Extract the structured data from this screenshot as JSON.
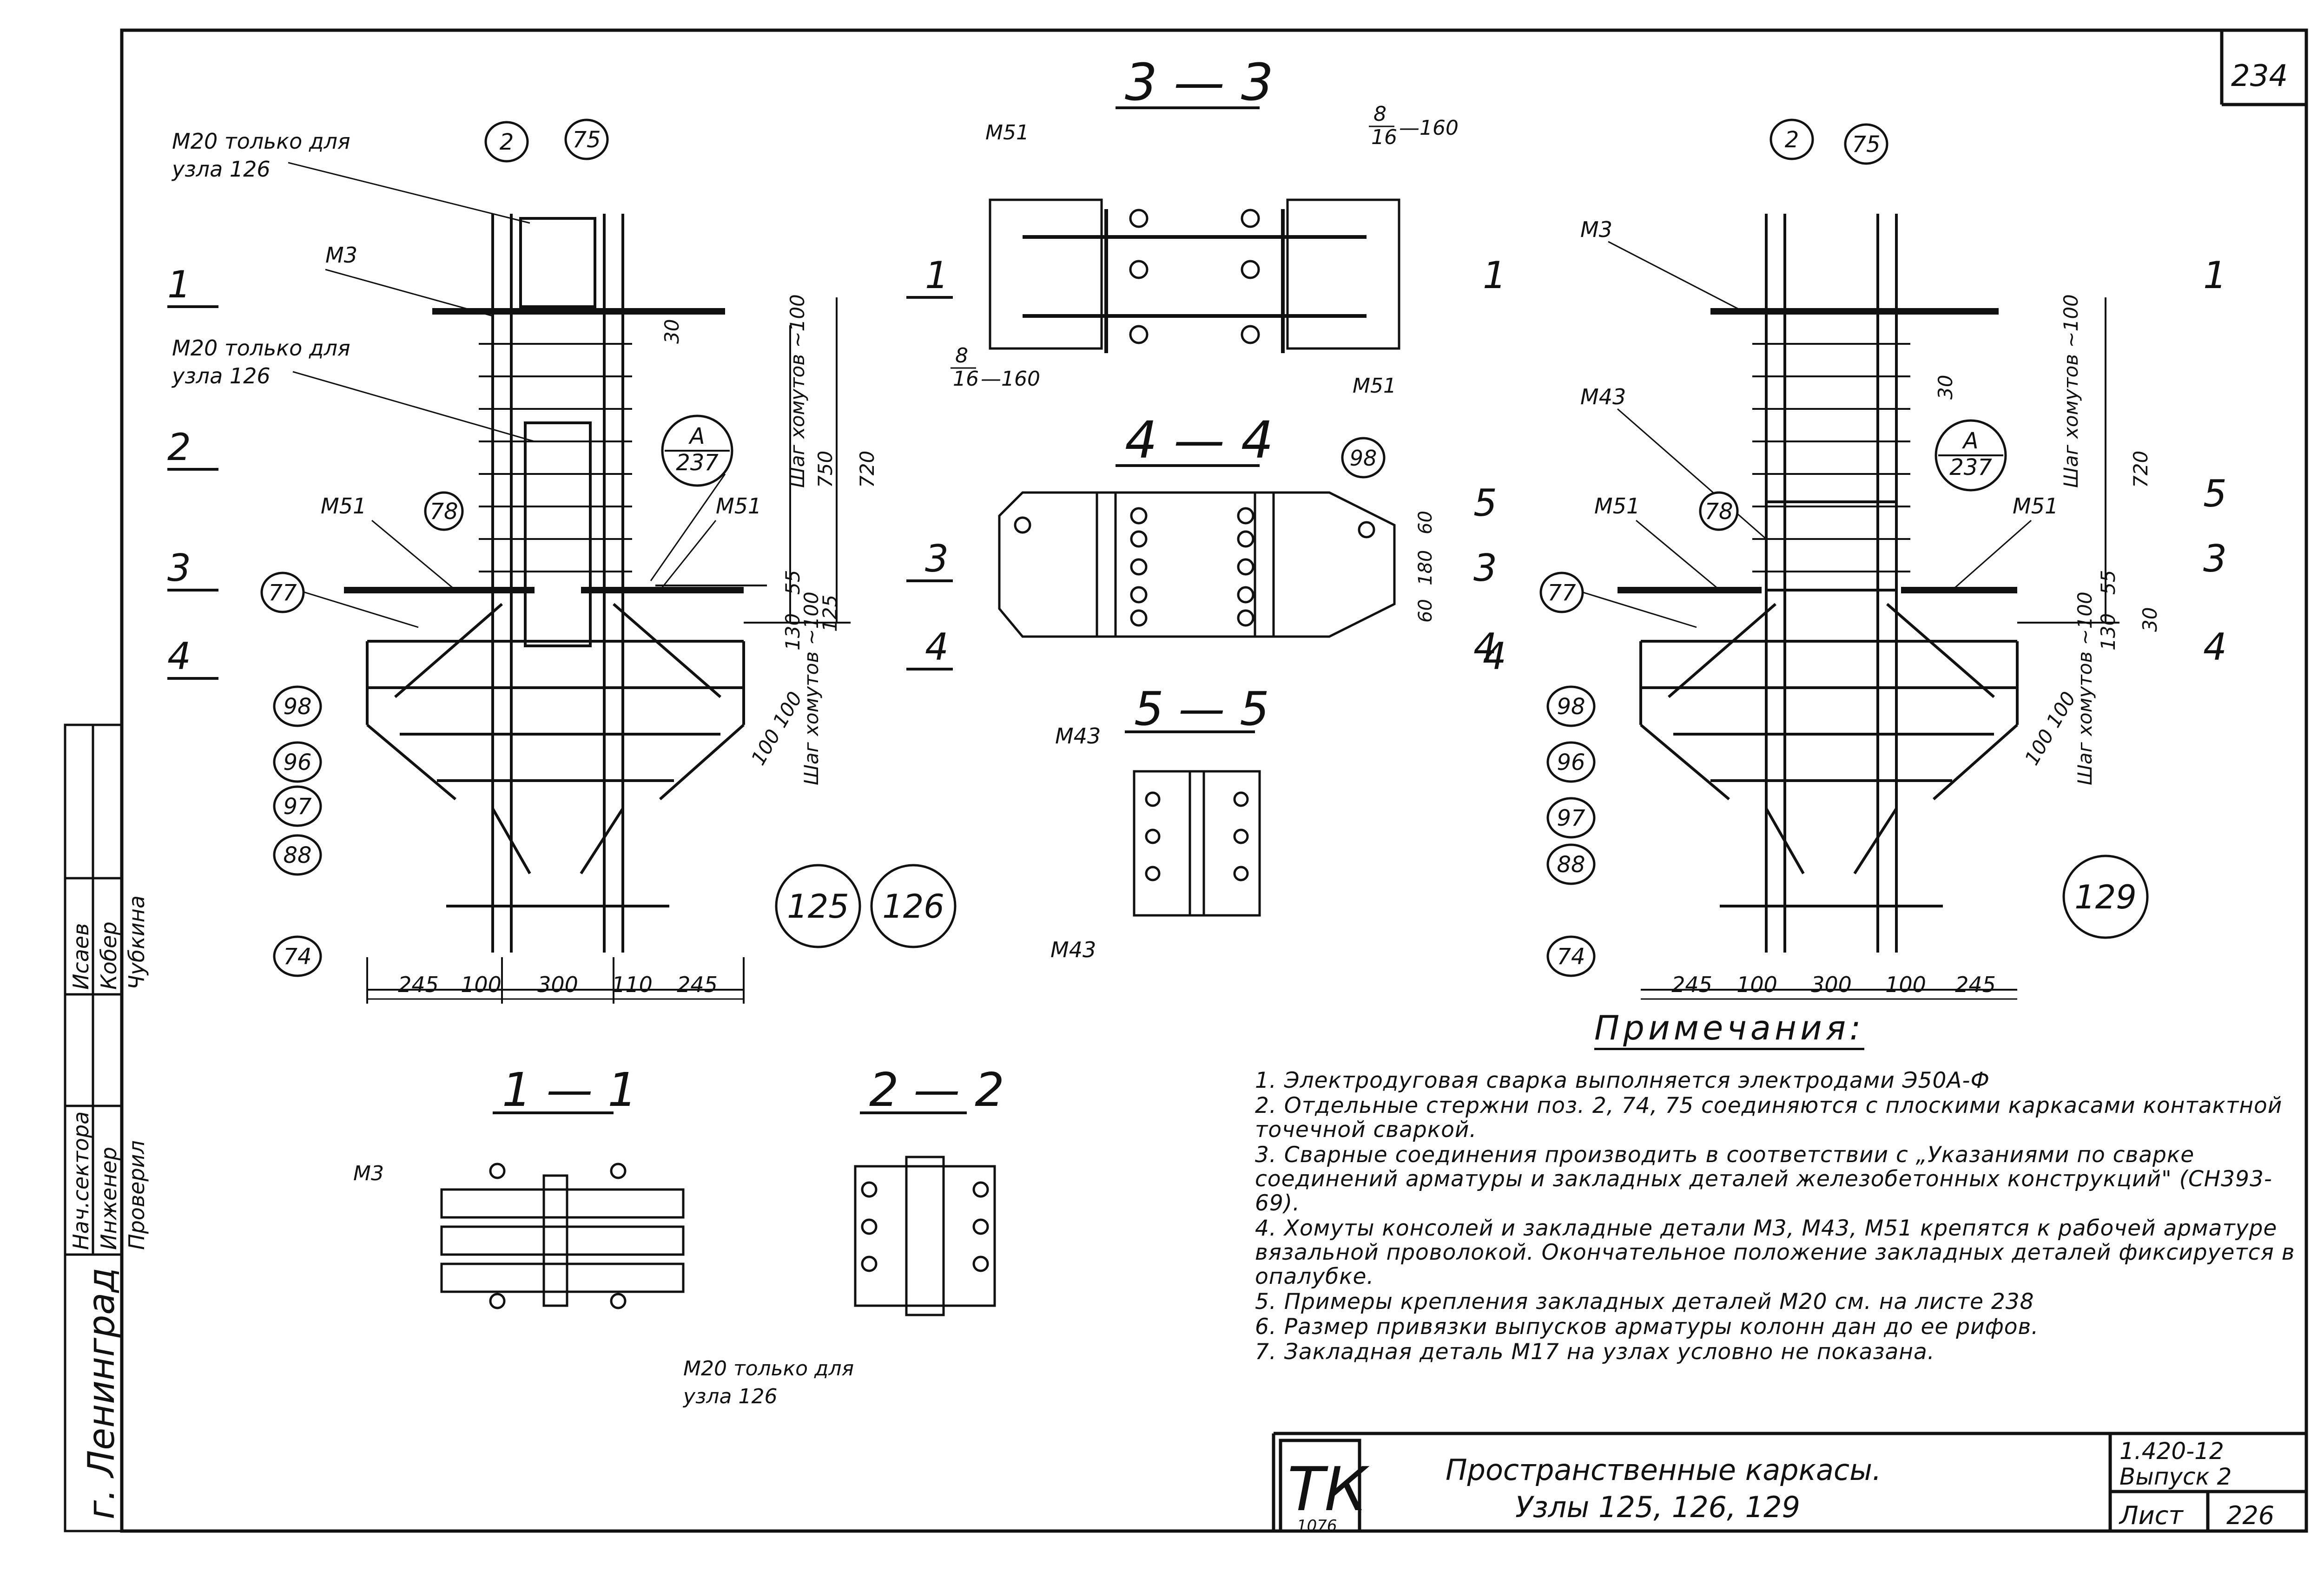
{
  "sheet_number": "234",
  "stamp": {
    "org": "ТК",
    "org_sub": "1076",
    "title_line1": "Пространственные каркасы.",
    "title_line2": "Узлы 125, 126, 129",
    "series": "1.420-12",
    "issue": "Выпуск 2",
    "sheet_label": "Лист",
    "sheet_no": "226"
  },
  "side_block": {
    "city": "г. Ленинград",
    "roles": [
      "Нач.сектора",
      "Инженер",
      "Проверил"
    ],
    "names": [
      "Исаев",
      "Кобер",
      "Чубкина"
    ]
  },
  "sections": {
    "s33": "3 — 3",
    "s44": "4 — 4",
    "s55": "5 — 5",
    "s11": "1 — 1",
    "s22": "2 — 2"
  },
  "labels": {
    "m20_only": "М20 только для",
    "node126": "узла 126",
    "m3": "М3",
    "m51": "М51",
    "m43": "М43",
    "ref_a": "А",
    "ref_237": "237",
    "step_clamp": "Шаг хомутов ~100",
    "frac_8": "8",
    "frac_16": "16",
    "dash160": "—160"
  },
  "markers": [
    "1",
    "2",
    "3",
    "4",
    "5"
  ],
  "positions": [
    "2",
    "75",
    "77",
    "78",
    "98",
    "96",
    "97",
    "88",
    "74"
  ],
  "nodes": [
    "125",
    "126",
    "129"
  ],
  "dims": {
    "bottom": [
      "245",
      "100",
      "300",
      "110",
      "245"
    ],
    "bottom_r": [
      "245",
      "100",
      "300",
      "100",
      "245"
    ],
    "right_l": [
      "30",
      "750",
      "720",
      "55",
      "130",
      "125"
    ],
    "right_r": [
      "30",
      "720",
      "55",
      "130",
      "30"
    ],
    "s44": [
      "60",
      "180",
      "60"
    ],
    "diag": "100 100",
    "approx": "~100"
  },
  "notes": {
    "title": "Примечания:",
    "items": [
      "1. Электродуговая сварка выполняется электродами Э50А-Ф",
      "2. Отдельные стержни поз. 2, 74, 75 соединяются с плоскими каркасами контактной точечной сваркой.",
      "3. Сварные соединения производить в соответствии с „Указаниями по сварке соединений арматуры и закладных деталей железобетонных конструкций\" (СН393-69).",
      "4. Хомуты консолей и закладные детали М3, М43, М51 крепятся к рабочей арматуре вязальной проволокой. Окончательное положение закладных деталей фиксируется в опалубке.",
      "5. Примеры крепления закладных деталей М20 см. на листе 238",
      "6. Размер привязки выпусков арматуры колонн дан до ее рифов.",
      "7. Закладная деталь М17 на узлах условно не показана."
    ]
  }
}
